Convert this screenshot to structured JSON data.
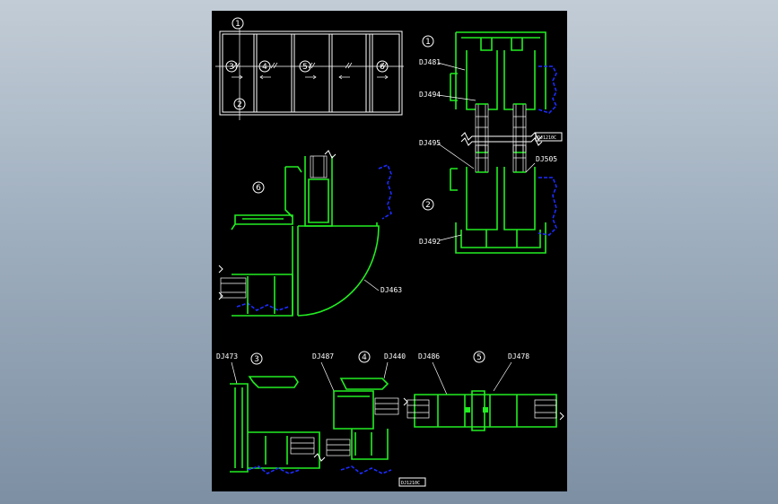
{
  "drawing": {
    "background": "#000000",
    "colors": {
      "frame": "#22ee22",
      "seal": "#1c2cff",
      "text": "#ffffff"
    },
    "elevation": {
      "section_marks": [
        "1",
        "2",
        "3",
        "4",
        "5",
        "6"
      ]
    },
    "labels": {
      "d1481": "DJ481",
      "d1494": "DJ494",
      "d1495": "DJ495",
      "d1505": "DJ505",
      "d1492": "DJ492",
      "d1463": "DJ463",
      "d1473": "DJ473",
      "d1487": "DJ487",
      "d1440": "DJ440",
      "d1486": "DJ486",
      "d1478": "DJ478"
    },
    "tags": {
      "top": "DJ1210C",
      "bottom": "DJ1210C"
    },
    "details": {
      "d1": "1",
      "d2": "2",
      "d3": "3",
      "d4": "4",
      "d5": "5",
      "d6": "6"
    }
  }
}
